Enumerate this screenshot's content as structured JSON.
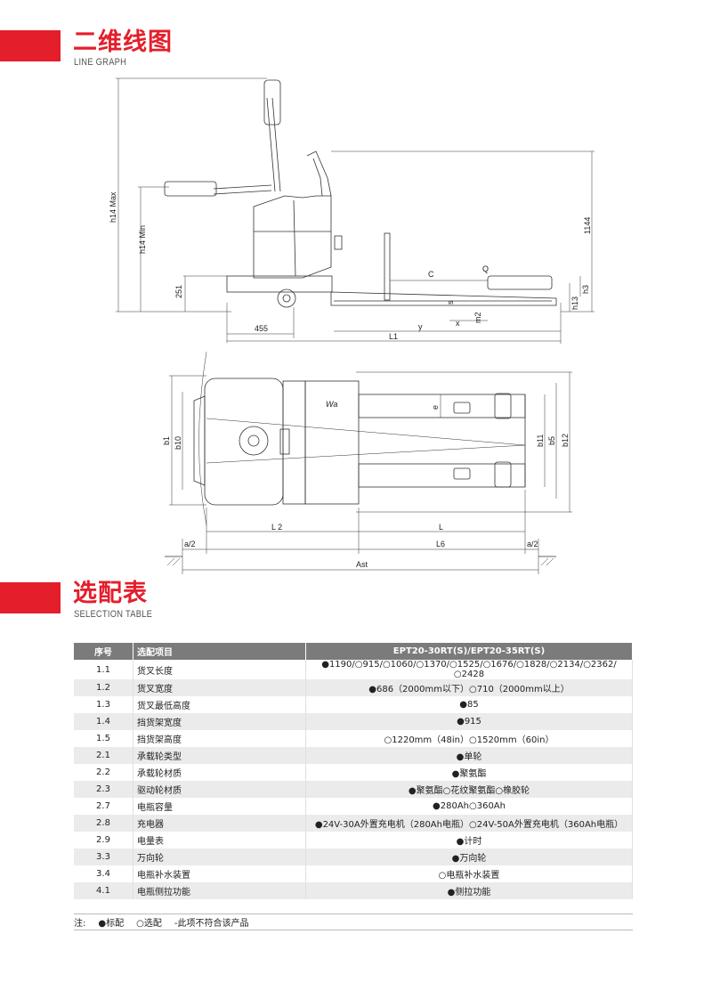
{
  "line_graph": {
    "title": "二维线图",
    "subtitle": "LINE GRAPH",
    "side_view_labels": {
      "h14_max": "h14 Max",
      "h14_min": "h14 Min",
      "dim_251": "251",
      "dim_455": "455",
      "L1": "L1",
      "y": "y",
      "x": "x",
      "m2": "m2",
      "s": "s",
      "C": "C",
      "Q": "Q",
      "dim_1144": "1144",
      "h13": "h13",
      "h3": "h3"
    },
    "top_view_labels": {
      "b1": "b1",
      "b10": "b10",
      "Wa": "Wa",
      "e": "e",
      "b11": "b11",
      "b5": "b5",
      "b12": "b12",
      "L2": "L 2",
      "L": "L",
      "L6": "L6",
      "a2_left": "a/2",
      "a2_right": "a/2",
      "Ast": "Ast"
    }
  },
  "selection_table": {
    "title": "选配表",
    "subtitle": "SELECTION TABLE",
    "headers": [
      "序号",
      "选配项目",
      "EPT20-30RT(S)/EPT20-35RT(S)"
    ],
    "rows": [
      {
        "no": "1.1",
        "item": "货叉长度",
        "value": "●1190/○915/○1060/○1370/○1525/○1676/○1828/○2134/○2362/○2428"
      },
      {
        "no": "1.2",
        "item": "货叉宽度",
        "value": "●686（2000mm以下）○710（2000mm以上）"
      },
      {
        "no": "1.3",
        "item": "货叉最低高度",
        "value": "●85"
      },
      {
        "no": "1.4",
        "item": "挡货架宽度",
        "value": "●915"
      },
      {
        "no": "1.5",
        "item": "挡货架高度",
        "value": "○1220mm（48in）○1520mm（60in）"
      },
      {
        "no": "2.1",
        "item": "承载轮类型",
        "value": "●单轮"
      },
      {
        "no": "2.2",
        "item": "承载轮材质",
        "value": "●聚氨酯"
      },
      {
        "no": "2.3",
        "item": "驱动轮材质",
        "value": "●聚氨酯○花纹聚氨酯○橡胶轮"
      },
      {
        "no": "2.7",
        "item": "电瓶容量",
        "value": "●280Ah○360Ah"
      },
      {
        "no": "2.8",
        "item": "充电器",
        "value": "●24V-30A外置充电机（280Ah电瓶）○24V-50A外置充电机（360Ah电瓶）"
      },
      {
        "no": "2.9",
        "item": "电量表",
        "value": "●计时"
      },
      {
        "no": "3.3",
        "item": "万向轮",
        "value": "●万向轮"
      },
      {
        "no": "3.4",
        "item": "电瓶补水装置",
        "value": "○电瓶补水装置"
      },
      {
        "no": "4.1",
        "item": "电瓶侧拉功能",
        "value": "●侧拉功能"
      }
    ],
    "notes": {
      "label": "注:",
      "standard": "●标配",
      "optional": "○选配",
      "na": "-此项不符合该产品"
    }
  },
  "colors": {
    "accent": "#e41e2b",
    "table_header": "#7b7b7b",
    "row_alt": "#ebebeb"
  }
}
